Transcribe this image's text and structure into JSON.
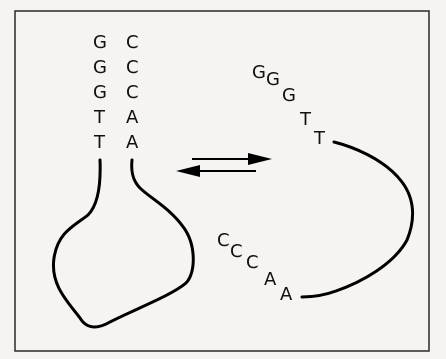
{
  "left_hairpin": {
    "left_strand": [
      "G",
      "G",
      "G",
      "T",
      "T"
    ],
    "right_strand": [
      "C",
      "C",
      "C",
      "A",
      "A"
    ]
  },
  "right_open": {
    "top_letters": [
      "G",
      "G",
      "G",
      "T",
      "T"
    ],
    "bottom_letters": [
      "C",
      "C",
      "C",
      "A",
      "A"
    ]
  },
  "colors": {
    "line": "#000000",
    "text": "#111111",
    "background": "#f6f4f2"
  }
}
